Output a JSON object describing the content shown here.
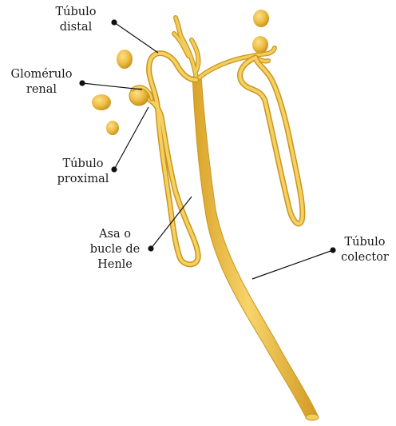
{
  "labels": {
    "tubulo_distal": [
      "Túbulo",
      "distal"
    ],
    "glomerulo_renal": [
      "Glomérulo",
      "renal"
    ],
    "tubulo_proximal": [
      "Túbulo",
      "proximal"
    ],
    "asa_de_henle": [
      "Asa o",
      "bucle de",
      "Henle"
    ],
    "tubulo_colector": [
      "Túbulo",
      "colector"
    ]
  },
  "colors": {
    "tubule_fill": "#f1c24a",
    "tubule_edge": "#c9951c",
    "leader_line": "#111111",
    "label_text": "#1a1a1a"
  }
}
